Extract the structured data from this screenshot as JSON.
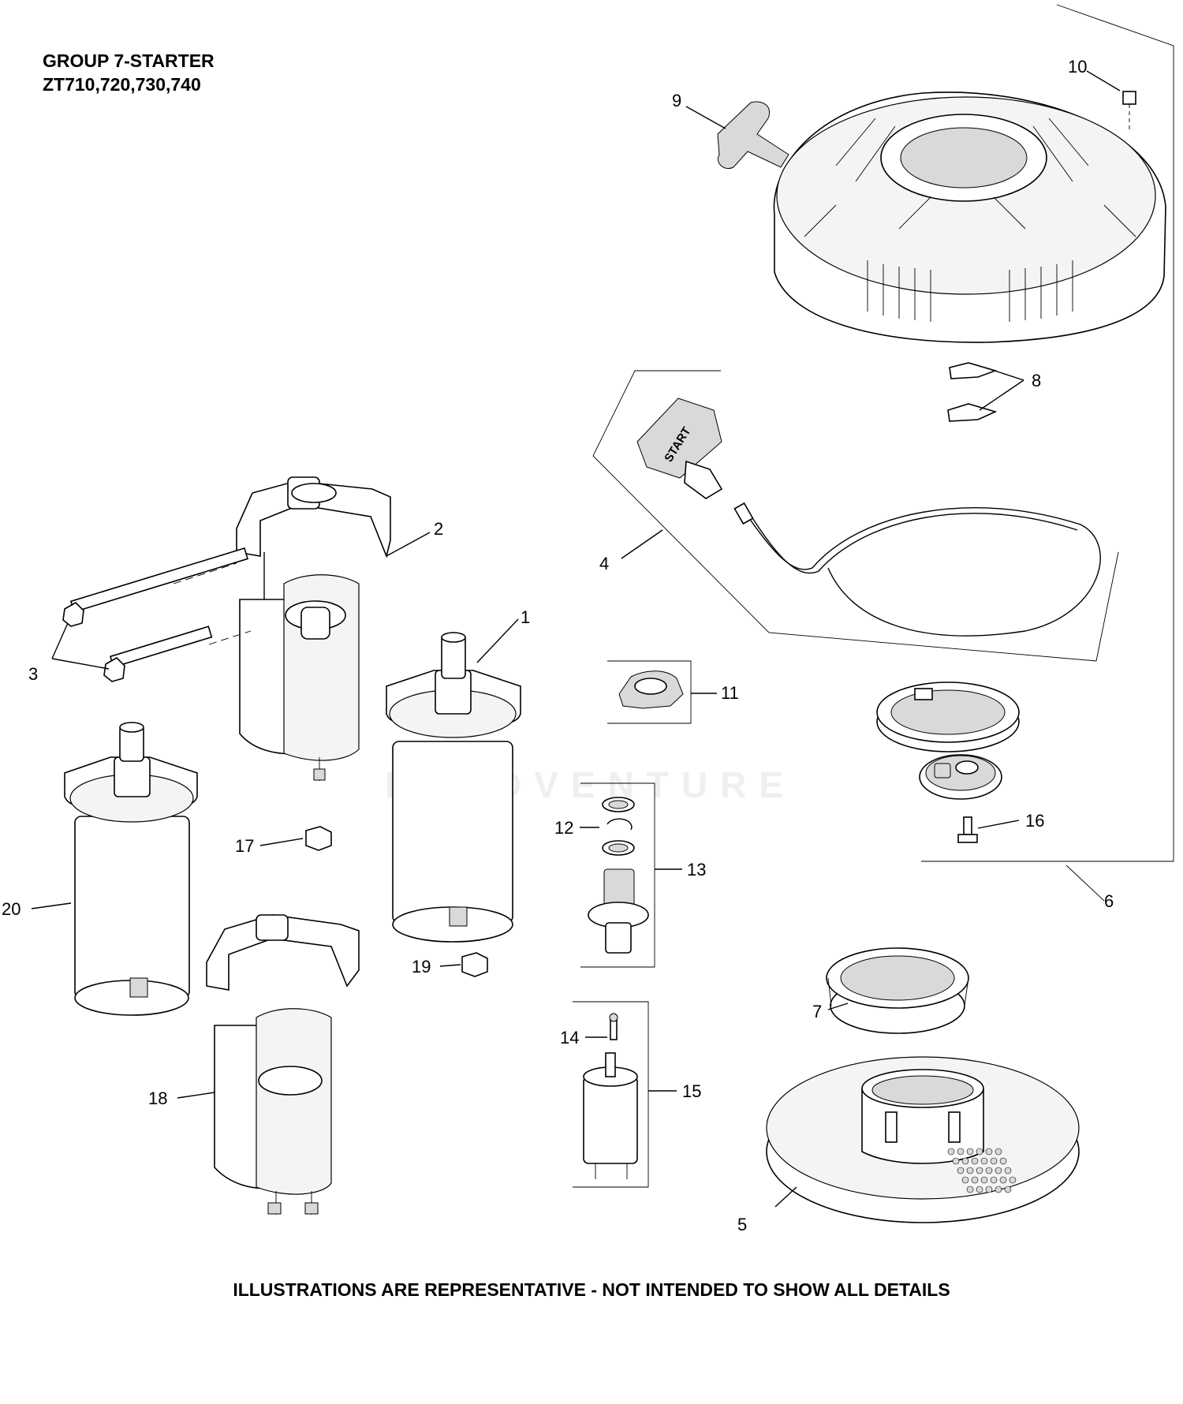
{
  "header": {
    "title_line1": "GROUP 7-STARTER",
    "title_line2": "ZT710,720,730,740"
  },
  "footer": {
    "disclaimer": "ILLUSTRATIONS ARE REPRESENTATIVE - NOT INTENDED TO SHOW ALL DETAILS"
  },
  "watermark": {
    "text": "LEADVENTURE"
  },
  "callouts": {
    "c1": "1",
    "c2": "2",
    "c3": "3",
    "c4": "4",
    "c5": "5",
    "c6": "6",
    "c7": "7",
    "c8": "8",
    "c9": "9",
    "c10": "10",
    "c11": "11",
    "c12": "12",
    "c13": "13",
    "c14": "14",
    "c15": "15",
    "c16": "16",
    "c17": "17",
    "c18": "18",
    "c19": "19",
    "c20": "20"
  },
  "handle_text": "START"
}
